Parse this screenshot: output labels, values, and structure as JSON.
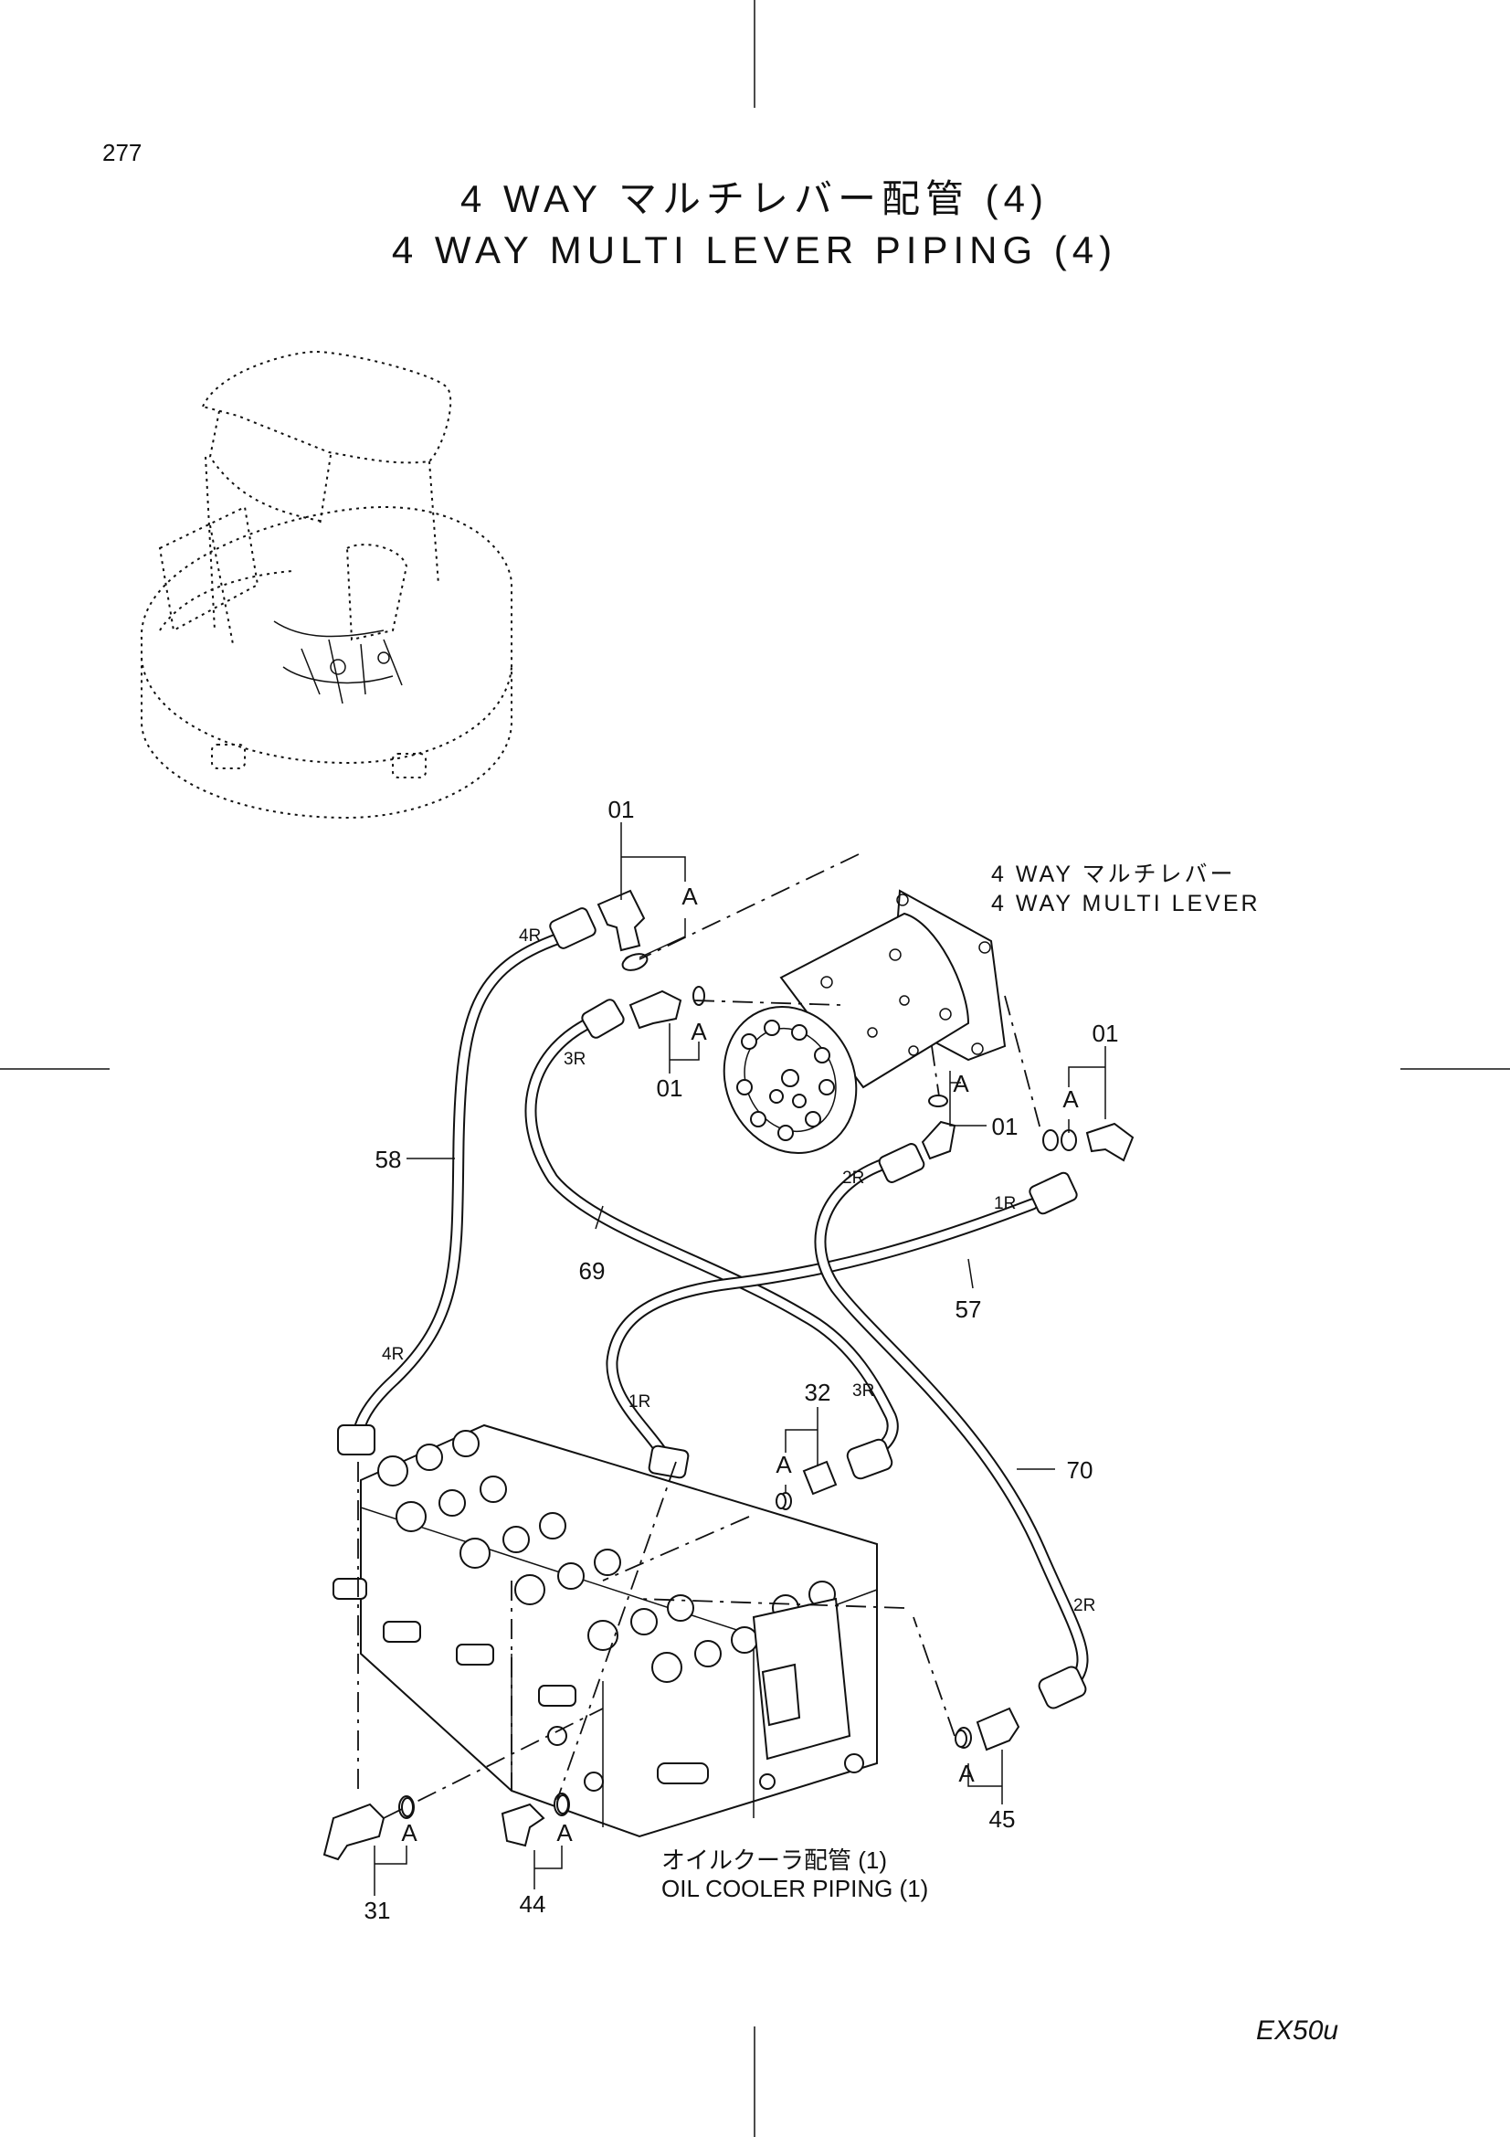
{
  "page_number": "277",
  "title_jp": "4 WAY マルチレバー配管 (4)",
  "title_en": "4 WAY MULTI LEVER PIPING (4)",
  "lever_label_jp": "4 WAY マルチレバー",
  "lever_label_en": "4 WAY MULTI LEVER",
  "oil_cooler_jp": "オイルクーラ配管 (1)",
  "oil_cooler_en": "OIL COOLER PIPING (1)",
  "model": "EX50u",
  "part_numbers": {
    "p01_top": "01",
    "p01_mid": "01",
    "p01_right": "01",
    "p01_far_right": "01",
    "p58": "58",
    "p69": "69",
    "p57": "57",
    "p70": "70",
    "p32": "32",
    "p31": "31",
    "p44": "44",
    "p45": "45"
  },
  "port_tags": {
    "t4R_top": "4R",
    "t3R_top": "3R",
    "t2R_top": "2R",
    "t1R_top": "1R",
    "t4R_bot": "4R",
    "t1R_bot": "1R",
    "t3R_bot": "3R",
    "t2R_bot": "2R"
  },
  "ref_letter": "A"
}
